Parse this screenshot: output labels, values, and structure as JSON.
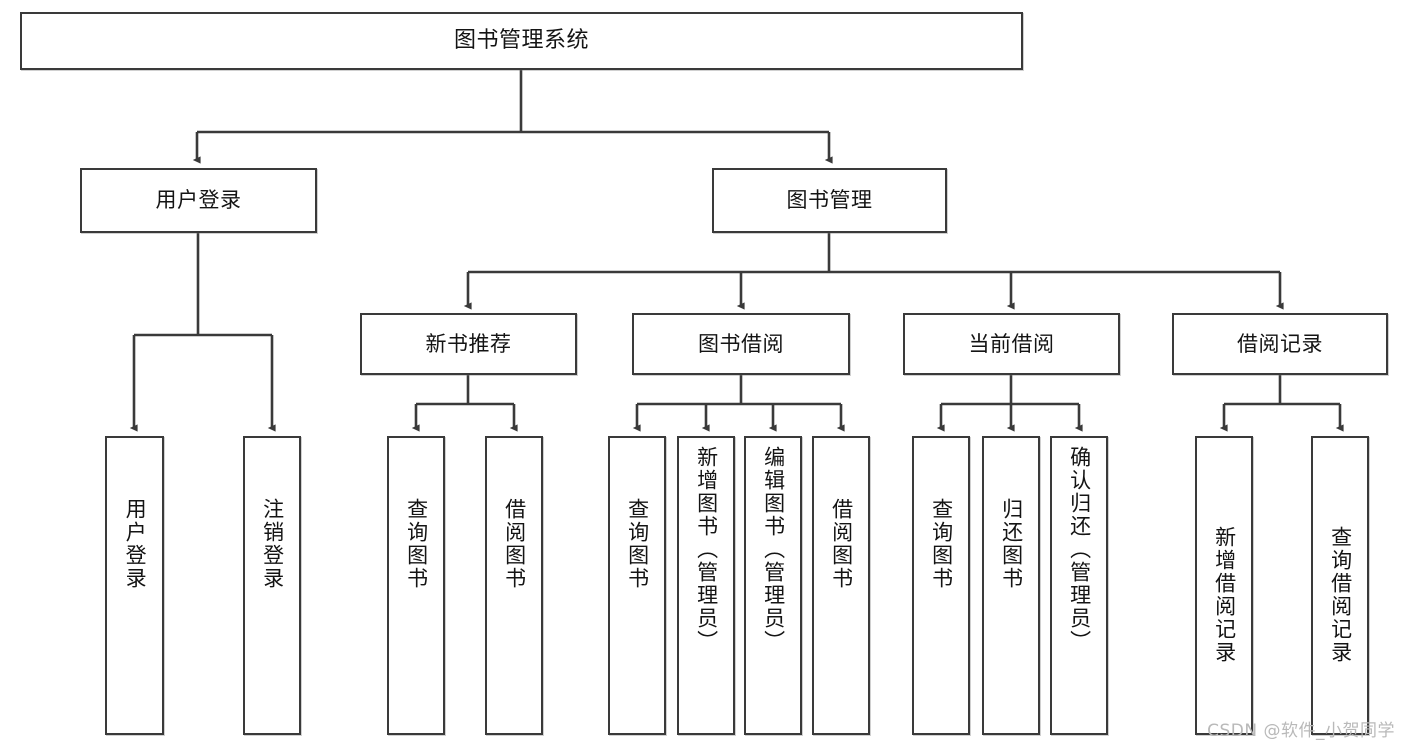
{
  "diagram": {
    "type": "tree-hierarchy",
    "title": "图书管理系统",
    "style": {
      "background": "#ffffff",
      "box_border": "#3a3a3a",
      "connector": "#3a3a3a",
      "text": "#141414",
      "watermark": "#b9b9b9"
    },
    "root": {
      "label": "图书管理系统"
    },
    "level2": [
      {
        "label": "用户登录"
      },
      {
        "label": "图书管理"
      }
    ],
    "level3": [
      {
        "label": "新书推荐"
      },
      {
        "label": "图书借阅"
      },
      {
        "label": "当前借阅"
      },
      {
        "label": "借阅记录"
      }
    ],
    "leaves": {
      "user_login": [
        {
          "label": "用户登录"
        },
        {
          "label": "注销登录"
        }
      ],
      "new_book_recommend": [
        {
          "label": "查询图书"
        },
        {
          "label": "借阅图书"
        }
      ],
      "book_borrow": [
        {
          "label": "查询图书"
        },
        {
          "label": "新增图书（管理员）"
        },
        {
          "label": "编辑图书（管理员）"
        },
        {
          "label": "借阅图书"
        }
      ],
      "current_borrow": [
        {
          "label": "查询图书"
        },
        {
          "label": "归还图书"
        },
        {
          "label": "确认归还（管理员）"
        }
      ],
      "borrow_record": [
        {
          "label": "新增借阅记录"
        },
        {
          "label": "查询借阅记录"
        }
      ]
    }
  },
  "watermark": {
    "text": "CSDN @软件_小贺同学"
  }
}
